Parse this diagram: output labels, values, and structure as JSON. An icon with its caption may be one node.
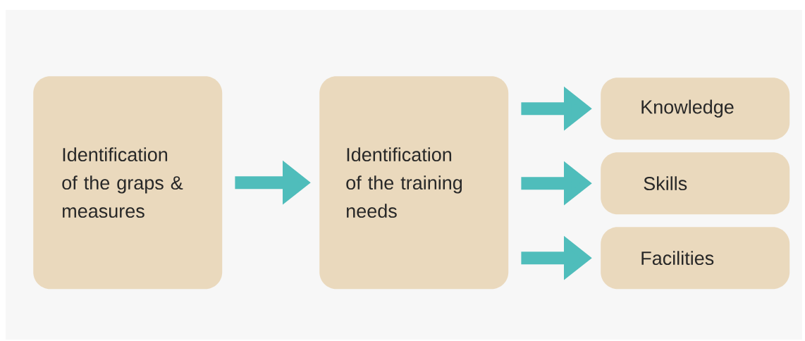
{
  "diagram": {
    "nodes": [
      {
        "text": [
          "Identification of the graps & measures"
        ]
      },
      {
        "text": [
          "Identification of the training needs"
        ]
      },
      {
        "text": [
          "Knowledge"
        ]
      },
      {
        "text": [
          "Skills"
        ]
      },
      {
        "text": [
          "Facilities"
        ]
      }
    ],
    "edges": [
      {
        "from": 0,
        "to": 1,
        "arrow": "to"
      },
      {
        "from": 1,
        "to": 2,
        "arrow": "to"
      },
      {
        "from": 1,
        "to": 3,
        "arrow": "to"
      },
      {
        "from": 1,
        "to": 4,
        "arrow": "to"
      }
    ]
  }
}
